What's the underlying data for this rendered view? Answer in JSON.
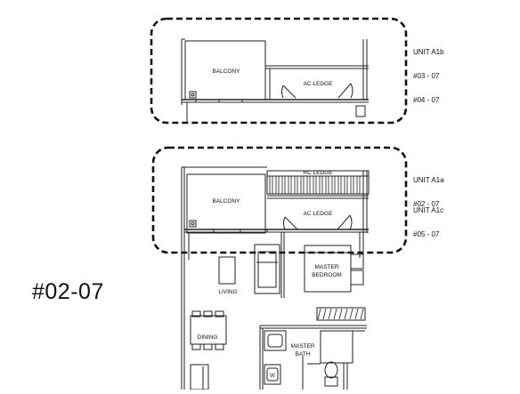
{
  "unit_labels": {
    "top": [
      "UNIT A1b",
      "#03 - 07",
      "#04 - 07"
    ],
    "middle_a": [
      "UNIT A1a",
      "#02 - 07"
    ],
    "middle_c": [
      "UNIT A1c",
      "#05 - 07"
    ]
  },
  "page_code": "#02-07",
  "rooms": {
    "balcony_top": "BALCONY",
    "ac_ledge_top": "AC LEDGE",
    "balcony_mid": "BALCONY",
    "rc_ledge": "RC LEDGE",
    "ac_ledge_mid": "AC LEDGE",
    "master_bedroom_1": "MASTER",
    "master_bedroom_2": "BEDROOM",
    "living": "LIVING",
    "dining": "DINING",
    "master_bath_1": "MASTER",
    "master_bath_2": "BATH",
    "washer": "W"
  },
  "colors": {
    "line": "#111111",
    "dash": "#111111",
    "background": "#ffffff"
  }
}
